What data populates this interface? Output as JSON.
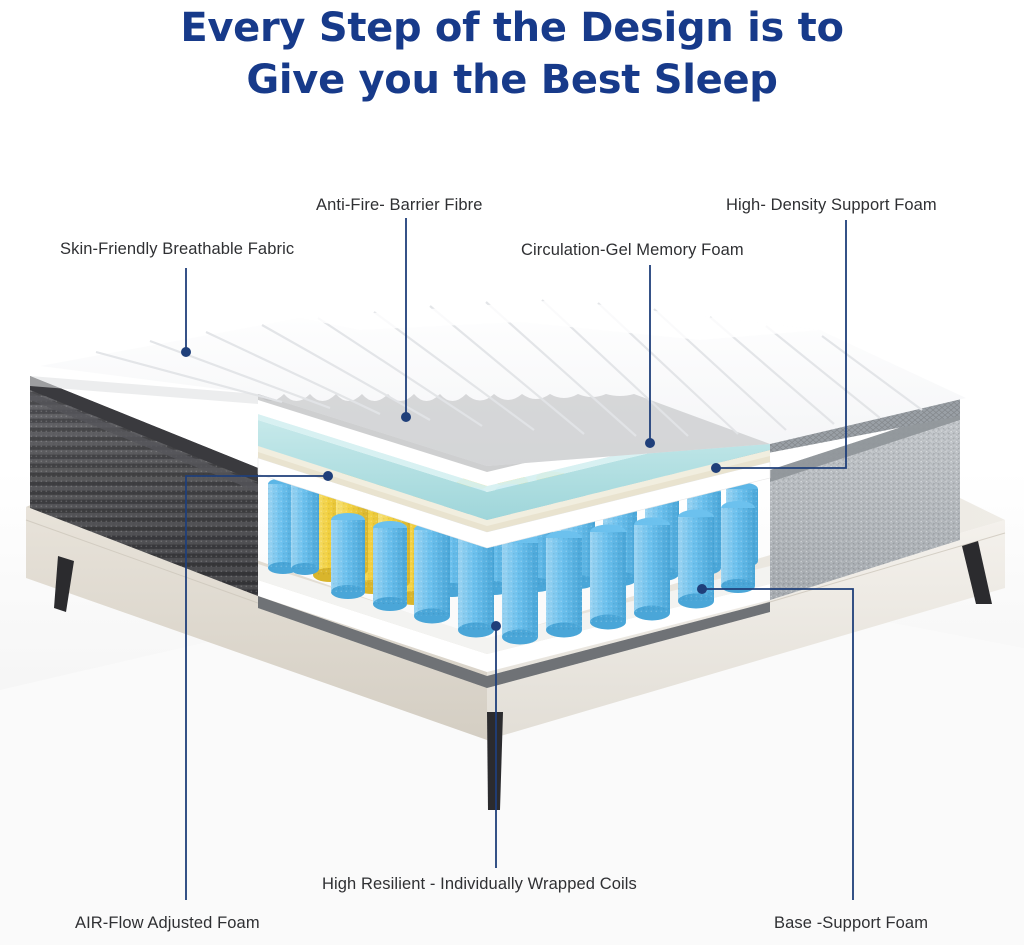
{
  "title": {
    "line1": "Every Step of the Design is to",
    "line2": "Give you the Best Sleep",
    "color": "#173a8a"
  },
  "callouts": [
    {
      "id": "skin-friendly-breathable-fabric",
      "label": "Skin-Friendly  Breathable Fabric"
    },
    {
      "id": "anti-fire-barrier-fibre",
      "label": "Anti-Fire- Barrier Fibre"
    },
    {
      "id": "circulation-gel-memory-foam",
      "label": "Circulation-Gel Memory Foam"
    },
    {
      "id": "high-density-support-foam",
      "label": "High- Density Support Foam"
    },
    {
      "id": "air-flow-adjusted-foam",
      "label": "AIR-Flow Adjusted Foam"
    },
    {
      "id": "high-resilient-wrapped-coils",
      "label": "High Resilient - Individually Wrapped Coils"
    },
    {
      "id": "base-support-foam",
      "label": "Base -Support Foam"
    }
  ],
  "colors": {
    "leader_line": "#1f3f7a",
    "label_text": "#2f3033",
    "quilt_top": "#ffffff",
    "gel_layer": "#a9dde0",
    "memory_foam": "#eae6d2",
    "support_foam": "#f7f5ef",
    "coil_yellow": "#f2d03f",
    "coil_blue": "#6cc1ee",
    "side_panel_dark": "#4a4a4d",
    "side_panel_light": "#b7bbbe",
    "bed_base": "#e3ded5",
    "leg": "#2b2b2e"
  }
}
